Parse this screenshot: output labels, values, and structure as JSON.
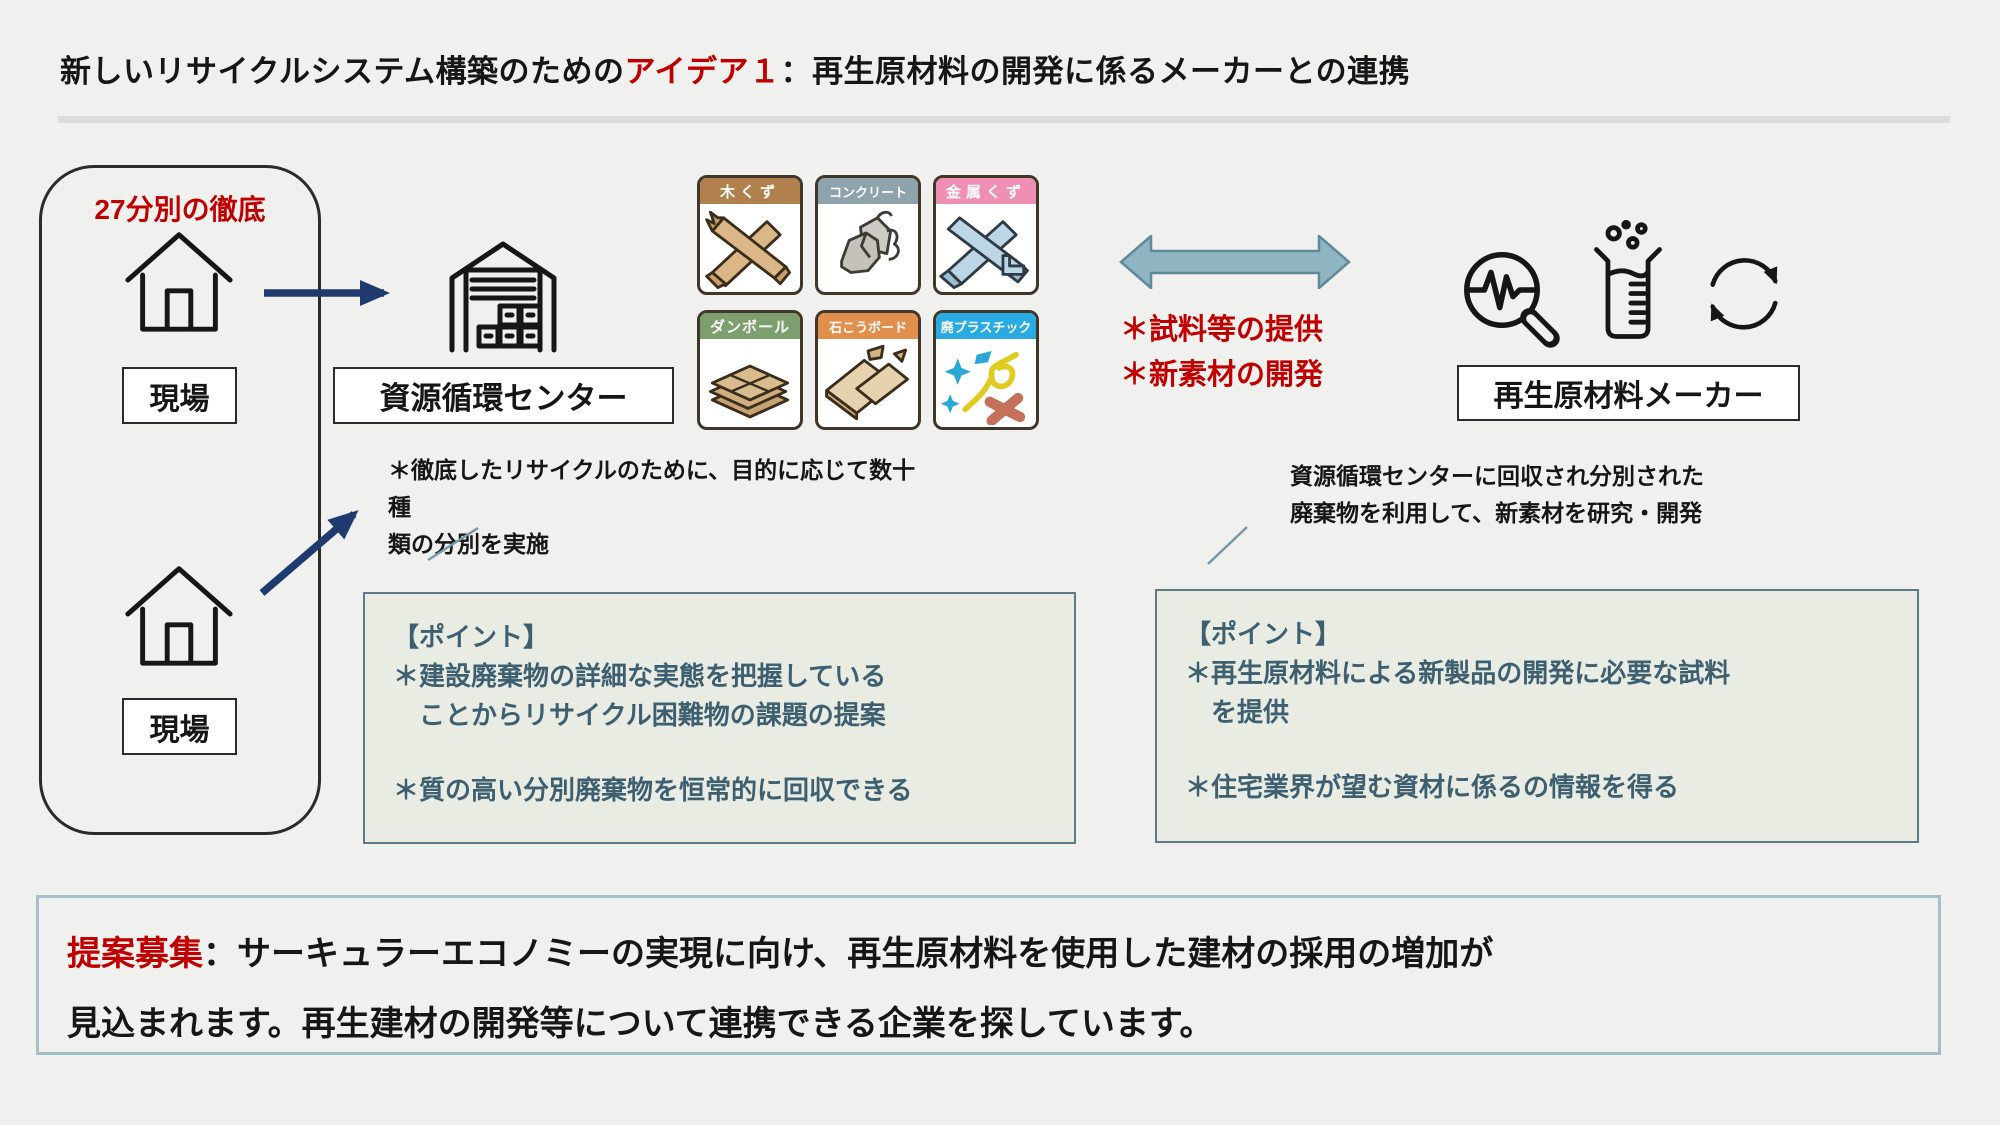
{
  "title": {
    "part1": "新しいリサイクルシステム構築のための",
    "part2": "アイデア１",
    "part3": "：再生原材料の開発に係るメーカーとの連携"
  },
  "left_panel": {
    "heading": "27分別の徹底",
    "site1": "現場",
    "site2": "現場"
  },
  "center": {
    "label": "資源循環センター",
    "note1": "＊徹底したリサイクルのために、目的に応じて数十種",
    "note2": "類の分別を実施"
  },
  "waste_icons": [
    {
      "name": "wood-scraps-icon",
      "label": "木くず",
      "header_color": "#b0804d"
    },
    {
      "name": "concrete-icon",
      "label": "コンクリート",
      "header_color": "#8fa3ac"
    },
    {
      "name": "metal-scraps-icon",
      "label": "金属くず",
      "header_color": "#ef8fb4"
    },
    {
      "name": "cardboard-icon",
      "label": "ダンボール",
      "header_color": "#7d9e6d"
    },
    {
      "name": "gypsum-board-icon",
      "label": "石こうボード",
      "header_color": "#e28f4e"
    },
    {
      "name": "waste-plastic-icon",
      "label": "廃プラスチック",
      "header_color": "#29aae2"
    }
  ],
  "exchange": {
    "bullet1": "＊試料等の提供",
    "bullet2": "＊新素材の開発"
  },
  "right": {
    "maker_label": "再生原材料メーカー",
    "note1": "資源循環センターに回収され分別された",
    "note2": "廃棄物を利用して、新素材を研究・開発"
  },
  "points_left": {
    "heading": "【ポイント】",
    "line1": "＊建設廃棄物の詳細な実態を把握している",
    "line2": "　ことからリサイクル困難物の課題の提案",
    "line3": "＊質の高い分別廃棄物を恒常的に回収できる"
  },
  "points_right": {
    "heading": "【ポイント】",
    "line1": "＊再生原材料による新製品の開発に必要な試料",
    "line2": "　を提供",
    "line3": "＊住宅業界が望む資材に係るの情報を得る"
  },
  "proposal": {
    "prefix": "提案募集",
    "line1": "：サーキュラーエコノミーの実現に向け、再生原材料を使用した建材の採用の増加が",
    "line2": "見込まれます。再生建材の開発等について連携できる企業を探しています。"
  },
  "colors": {
    "accent_red": "#c00000",
    "navy": "#1e3a6e",
    "arrow_fill": "#8fb4c2",
    "arrow_stroke": "#5f8a99",
    "point_bg": "#e9ece3",
    "point_border": "#5c7a87",
    "point_text": "#3d5f70",
    "proposal_border": "#a3bfca",
    "leader": "#7a98a4",
    "background": "#f0f0ee"
  }
}
